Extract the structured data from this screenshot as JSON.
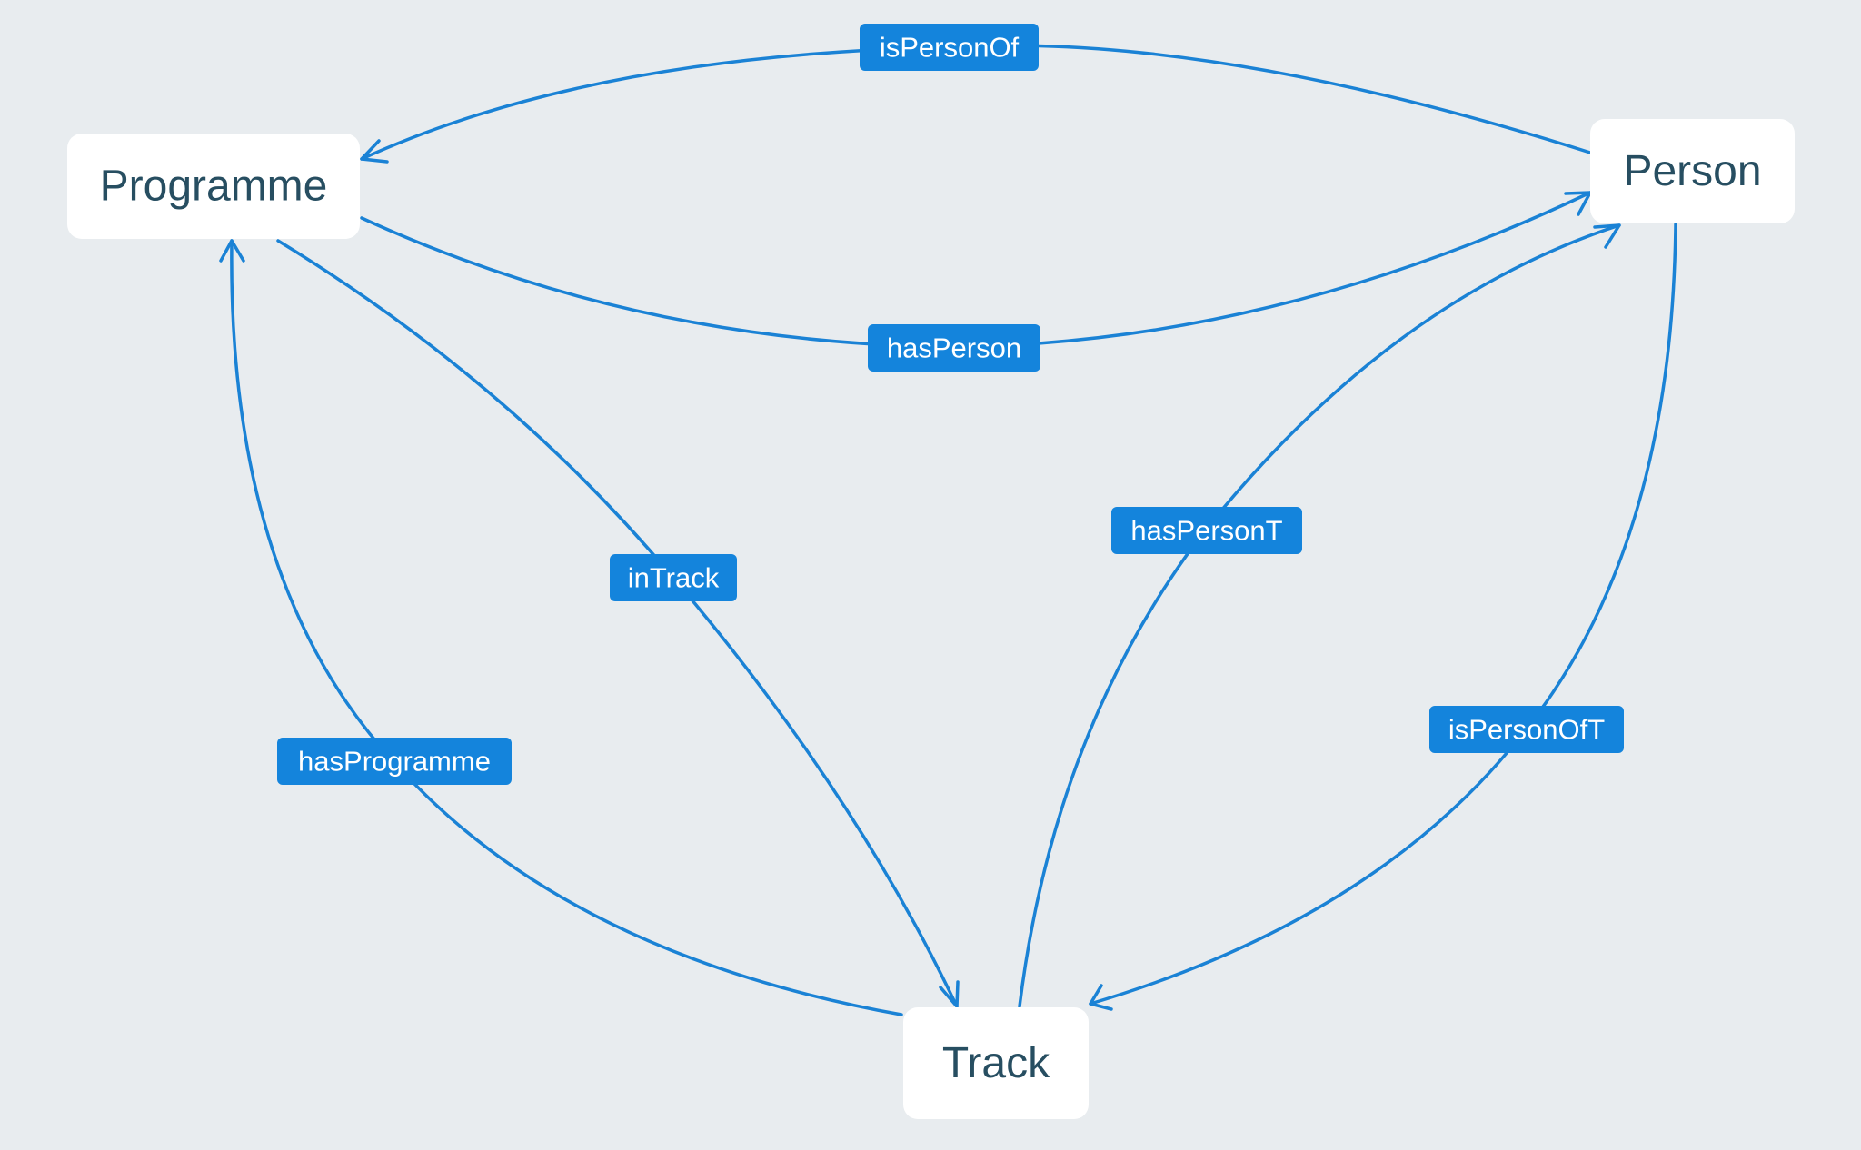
{
  "diagram": {
    "nodes": {
      "programme": "Programme",
      "person": "Person",
      "track": "Track"
    },
    "edges": {
      "is_person_of": "isPersonOf",
      "has_person": "hasPerson",
      "in_track": "inTrack",
      "has_person_t": "hasPersonT",
      "has_programme": "hasProgramme",
      "is_person_of_t": "isPersonOfT"
    }
  },
  "colors": {
    "background": "#e8ecef",
    "edge": "#1a82d5",
    "label_fill": "#1484dc",
    "label_text": "#ffffff",
    "node_fill": "#ffffff",
    "node_text": "#274e61"
  }
}
